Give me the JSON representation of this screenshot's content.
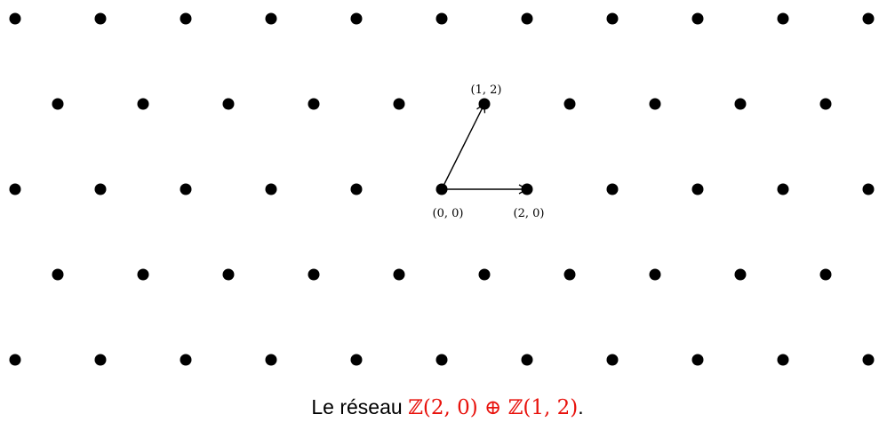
{
  "lattice": {
    "basis": [
      [
        2,
        0
      ],
      [
        1,
        2
      ]
    ],
    "x_range": [
      -10,
      10
    ],
    "y_range": [
      -4,
      4
    ],
    "point_color": "#000000",
    "arrow_color": "#000000"
  },
  "vectors": [
    {
      "from": [
        0,
        0
      ],
      "to": [
        1,
        2
      ]
    },
    {
      "from": [
        0,
        0
      ],
      "to": [
        2,
        0
      ]
    }
  ],
  "labels": [
    {
      "point": [
        1,
        2
      ],
      "text": "(1, 2)"
    },
    {
      "point": [
        0,
        0
      ],
      "text": "(0, 0)"
    },
    {
      "point": [
        2,
        0
      ],
      "text": "(2, 0)"
    }
  ],
  "caption": {
    "prefix": "Le réseau ",
    "formula": "ℤ(2, 0) ⊕ ℤ(1, 2)",
    "suffix": ".",
    "formula_color": "#e8120c"
  }
}
